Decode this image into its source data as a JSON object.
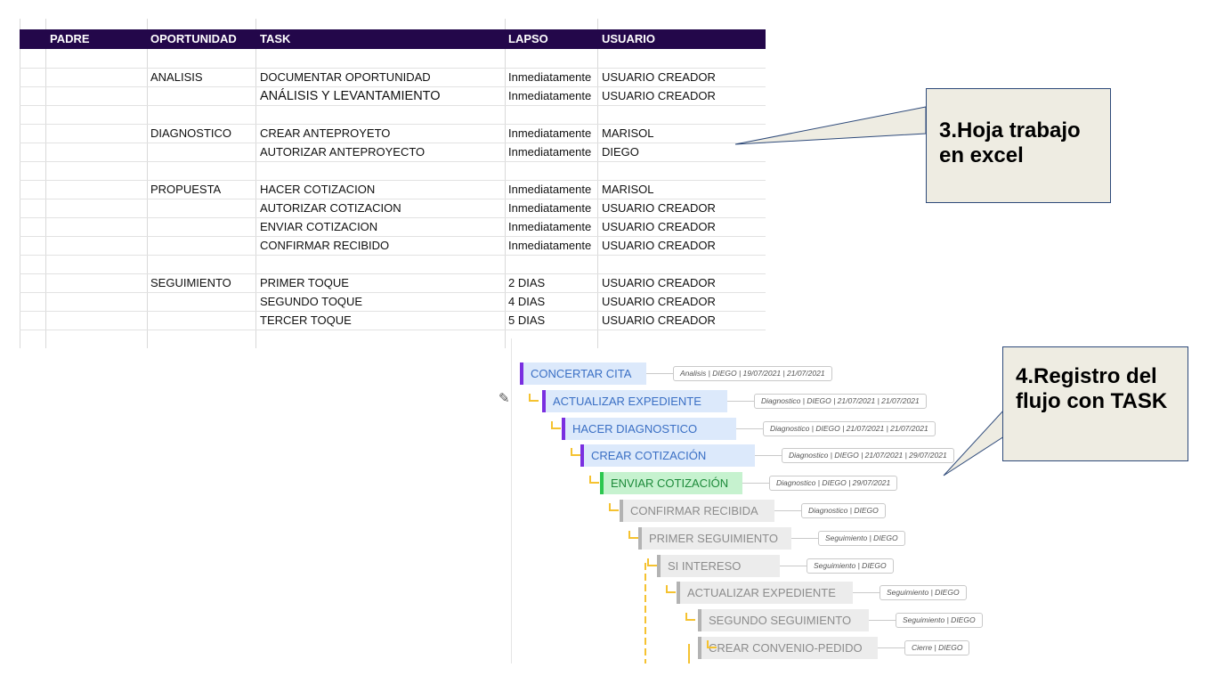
{
  "sheet": {
    "columns": [
      "PADRE",
      "OPORTUNIDAD",
      "TASK",
      "LAPSO",
      "USUARIO"
    ],
    "rows": [
      {
        "padre": "",
        "oportunidad": "",
        "task": "",
        "lapso": "",
        "usuario": ""
      },
      {
        "padre": "",
        "oportunidad": "ANALISIS",
        "task": "DOCUMENTAR OPORTUNIDAD",
        "lapso": "Inmediatamente",
        "usuario": "USUARIO CREADOR"
      },
      {
        "padre": "",
        "oportunidad": "",
        "task": "ANÁLISIS Y LEVANTAMIENTO",
        "lapso": "Inmediatamente",
        "usuario": "USUARIO CREADOR"
      },
      {
        "padre": "",
        "oportunidad": "",
        "task": "",
        "lapso": "",
        "usuario": ""
      },
      {
        "padre": "",
        "oportunidad": "DIAGNOSTICO",
        "task": "CREAR ANTEPROYETO",
        "lapso": "Inmediatamente",
        "usuario": "MARISOL"
      },
      {
        "padre": "",
        "oportunidad": "",
        "task": "AUTORIZAR ANTEPROYECTO",
        "lapso": "Inmediatamente",
        "usuario": "DIEGO"
      },
      {
        "padre": "",
        "oportunidad": "",
        "task": "",
        "lapso": "",
        "usuario": ""
      },
      {
        "padre": "",
        "oportunidad": "PROPUESTA",
        "task": "HACER COTIZACION",
        "lapso": "Inmediatamente",
        "usuario": "MARISOL"
      },
      {
        "padre": "",
        "oportunidad": "",
        "task": "AUTORIZAR COTIZACION",
        "lapso": "Inmediatamente",
        "usuario": "USUARIO CREADOR"
      },
      {
        "padre": "",
        "oportunidad": "",
        "task": "ENVIAR COTIZACION",
        "lapso": "Inmediatamente",
        "usuario": "USUARIO CREADOR"
      },
      {
        "padre": "",
        "oportunidad": "",
        "task": "CONFIRMAR RECIBIDO",
        "lapso": "Inmediatamente",
        "usuario": "USUARIO CREADOR"
      },
      {
        "padre": "",
        "oportunidad": "",
        "task": "",
        "lapso": "",
        "usuario": ""
      },
      {
        "padre": "",
        "oportunidad": "SEGUIMIENTO",
        "task": "PRIMER TOQUE",
        "lapso": "2 DIAS",
        "usuario": "USUARIO CREADOR"
      },
      {
        "padre": "",
        "oportunidad": "",
        "task": "SEGUNDO TOQUE",
        "lapso": "4 DIAS",
        "usuario": "USUARIO CREADOR"
      },
      {
        "padre": "",
        "oportunidad": "",
        "task": "TERCER TOQUE",
        "lapso": "5 DIAS",
        "usuario": "USUARIO CREADOR"
      }
    ]
  },
  "callout_excel": {
    "text": "3.Hoja trabajo en excel"
  },
  "callout_task": {
    "text": "4.Registro del flujo con TASK"
  },
  "flow": {
    "edit_icon": "edit-icon",
    "nodes": [
      {
        "label": "CONCERTAR CITA",
        "meta": "Analisis | DIEGO | 19/07/2021 | 21/07/2021",
        "state": "blue"
      },
      {
        "label": "ACTUALIZAR EXPEDIENTE",
        "meta": "Diagnostico | DIEGO | 21/07/2021 | 21/07/2021",
        "state": "blue"
      },
      {
        "label": "HACER DIAGNOSTICO",
        "meta": "Diagnostico | DIEGO | 21/07/2021 | 21/07/2021",
        "state": "blue"
      },
      {
        "label": "CREAR COTIZACIÓN",
        "meta": "Diagnostico | DIEGO | 21/07/2021 | 29/07/2021",
        "state": "blue"
      },
      {
        "label": "ENVIAR COTIZACIÓN",
        "meta": "Diagnostico | DIEGO | 29/07/2021",
        "state": "green"
      },
      {
        "label": "CONFIRMAR RECIBIDA",
        "meta": "Diagnostico | DIEGO",
        "state": "grey"
      },
      {
        "label": "PRIMER SEGUIMIENTO",
        "meta": "Seguimiento | DIEGO",
        "state": "grey"
      },
      {
        "label": "SI INTERESO",
        "meta": "Seguimiento | DIEGO",
        "state": "grey"
      },
      {
        "label": "ACTUALIZAR EXPEDIENTE",
        "meta": "Seguimiento | DIEGO",
        "state": "grey"
      },
      {
        "label": "SEGUNDO SEGUIMIENTO",
        "meta": "Seguimiento | DIEGO",
        "state": "grey"
      },
      {
        "label": "CREAR CONVENIO-PEDIDO",
        "meta": "Cierre | DIEGO",
        "state": "grey"
      }
    ]
  }
}
